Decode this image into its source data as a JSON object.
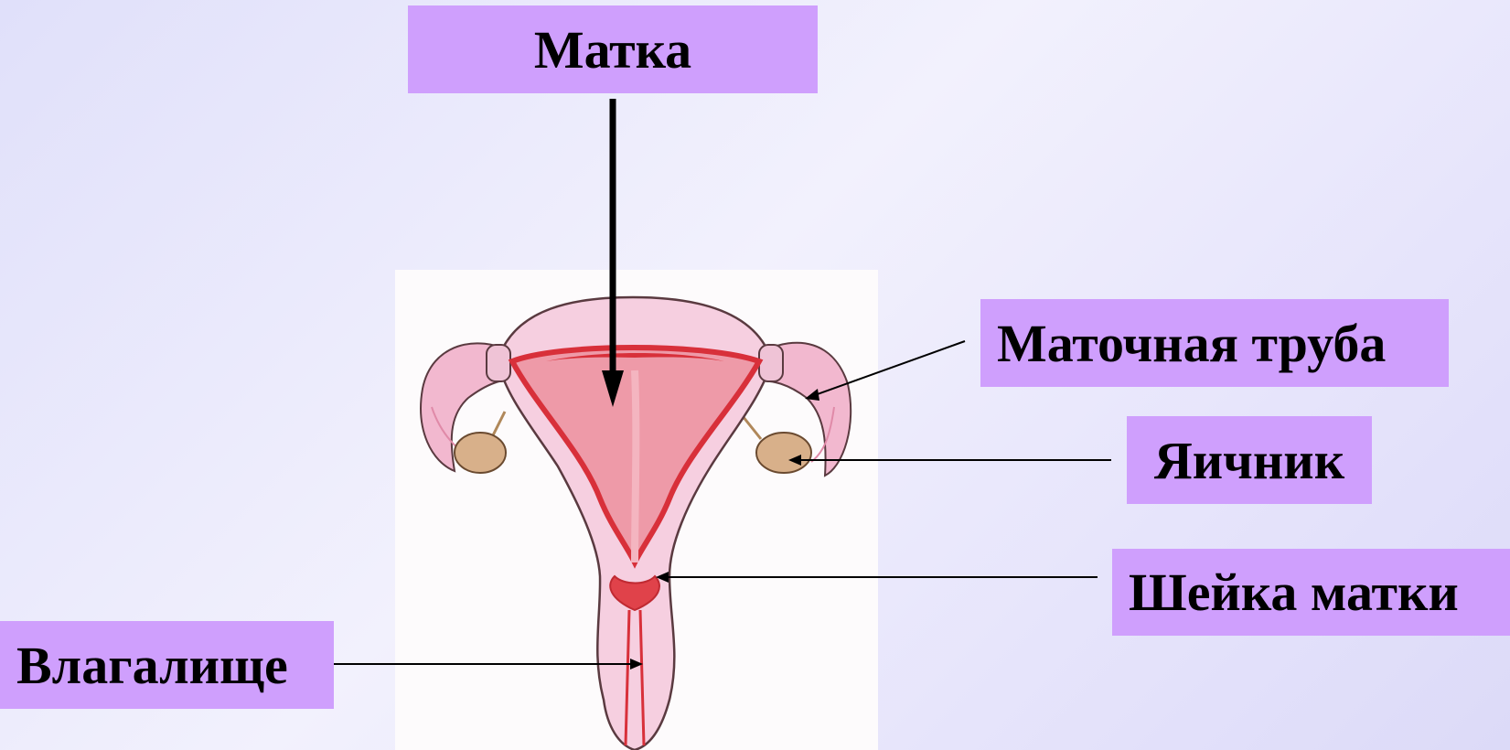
{
  "labels": {
    "uterus": "Матка",
    "fallopian_tube": "Маточная труба",
    "ovary": "Яичник",
    "cervix": "Шейка матки",
    "vagina": "Влагалище"
  },
  "colors": {
    "label_background": "#cf9ffd",
    "label_text": "#000000",
    "tissue_light": "#f6cfe0",
    "tissue_red": "#d8303a",
    "ovary": "#d8b08a"
  }
}
